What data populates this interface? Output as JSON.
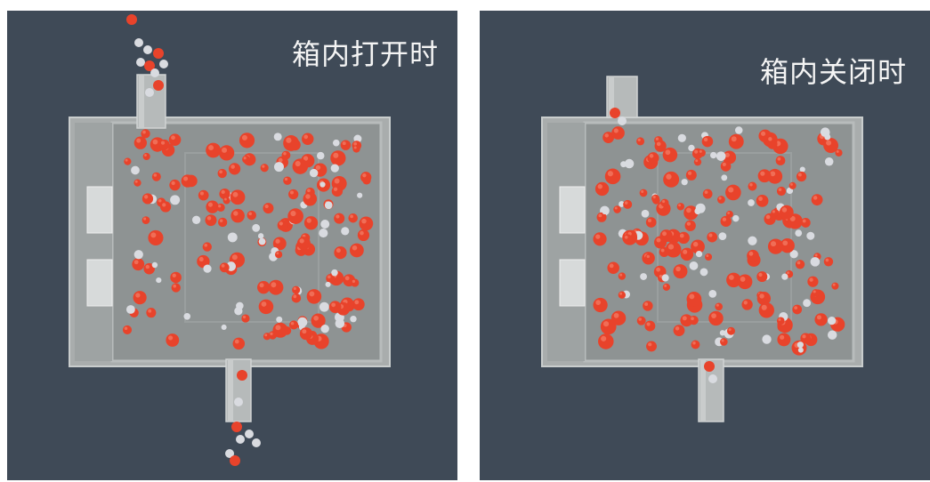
{
  "panels": [
    {
      "id": "open",
      "caption": "箱内打开时"
    },
    {
      "id": "closed",
      "caption": "箱内关闭时"
    }
  ],
  "colors": {
    "background": "#3f4a57",
    "box_wall": "#a9adad",
    "box_floor": "#8e9393",
    "pipe": "#b6baba",
    "molecule_red": "#e8432b",
    "molecule_white": "#d9dbe0"
  }
}
